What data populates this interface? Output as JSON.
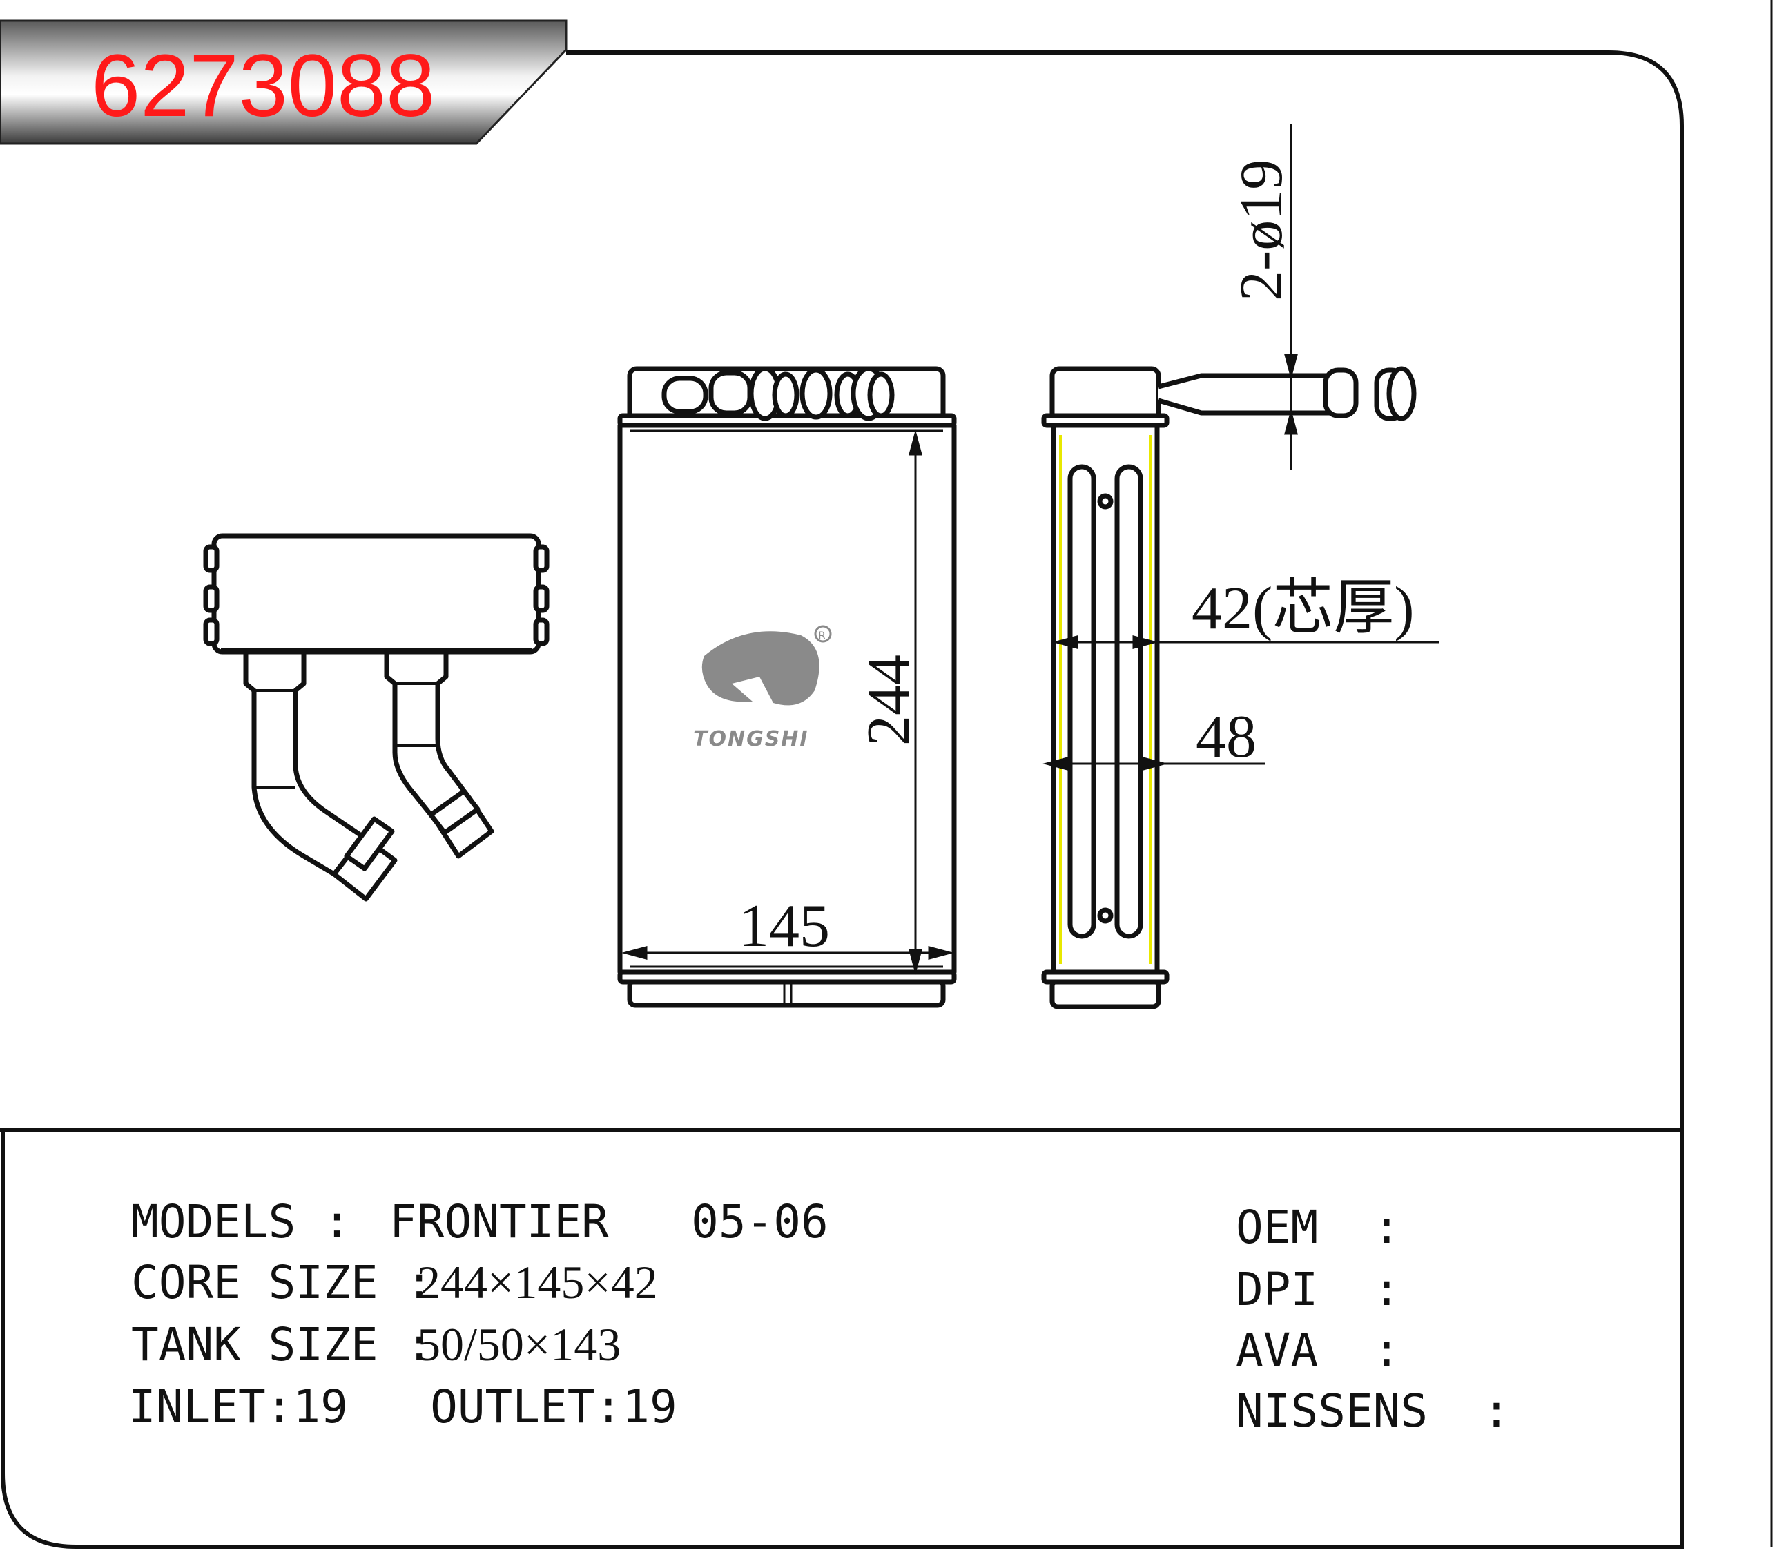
{
  "header": {
    "part_number": "6273088"
  },
  "dimensions": {
    "pipe_diameter": "2-ø19",
    "core_thickness": "42(芯厚)",
    "overall_thickness": "48",
    "core_height": "244",
    "core_width": "145"
  },
  "logo": {
    "brand": "TONGSHI",
    "registered_mark": "R"
  },
  "specs": {
    "models_label": "MODELS :",
    "models_value": "FRONTIER   05-06",
    "core_size_label": "CORE SIZE :",
    "core_size_value": "244×145×42",
    "tank_size_label": "TANK SIZE :",
    "tank_size_value": "50/50×143",
    "inlet_outlet": "INLET:19   OUTLET:19"
  },
  "references": {
    "oem_label": "OEM  :",
    "dpi_label": "DPI  :",
    "ava_label": "AVA  :",
    "nissens_label": "NISSENS  :"
  },
  "colors": {
    "part_number": "#ff1a1a",
    "outline": "#111111",
    "logo": "#8a8a8a",
    "accent": "#e8e800"
  }
}
